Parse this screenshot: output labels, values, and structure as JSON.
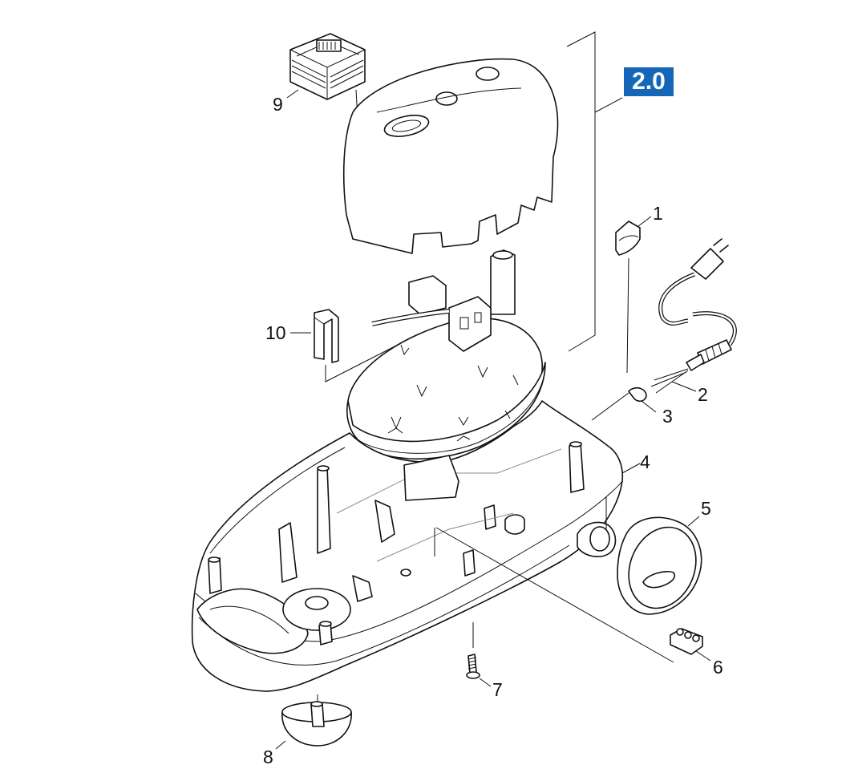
{
  "badge": "2.0",
  "callouts": [
    "1",
    "2",
    "3",
    "4",
    "5",
    "6",
    "7",
    "8",
    "9",
    "10"
  ],
  "colors": {
    "badge_bg": "#1565b8",
    "badge_text": "#ffffff",
    "line": "#111111"
  }
}
